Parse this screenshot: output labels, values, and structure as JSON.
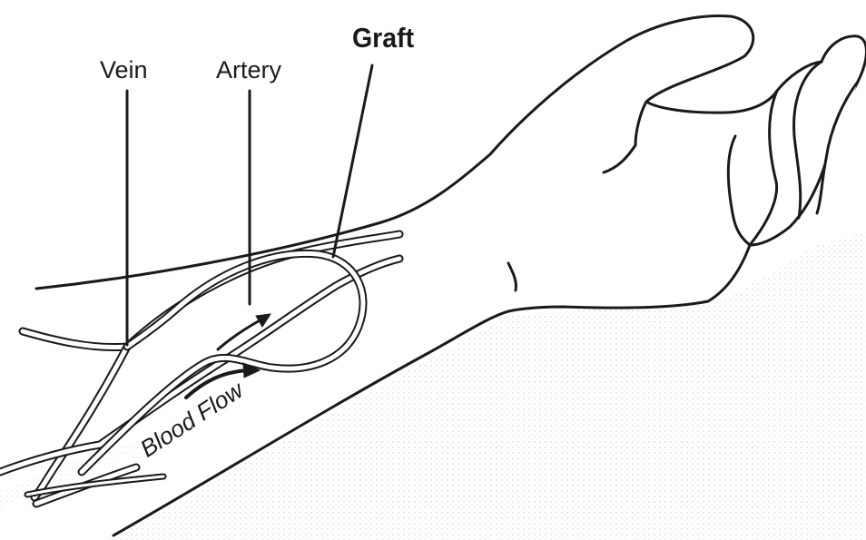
{
  "labels": {
    "vein": "Vein",
    "artery": "Artery",
    "graft": "Graft",
    "blood_flow": "Blood Flow"
  },
  "colors": {
    "ink": "#1a1a1a",
    "vessel_fill": "#ffffff",
    "shading": "#9a9a9a"
  }
}
